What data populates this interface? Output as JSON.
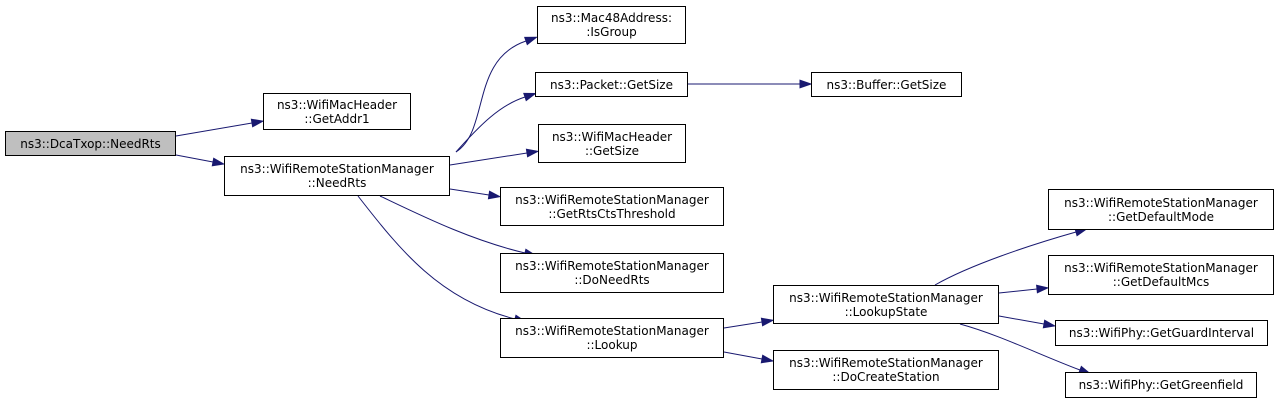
{
  "diagram": {
    "colors": {
      "edge": "#191970",
      "root_fill": "#bfbfbf",
      "node_fill": "#ffffff",
      "border": "#000000"
    },
    "nodes": {
      "dcatxop_needrts": {
        "lines": [
          "ns3::DcaTxop::NeedRts"
        ]
      },
      "wifimacheader_getaddr1": {
        "lines": [
          "ns3::WifiMacHeader",
          "::GetAddr1"
        ]
      },
      "wrsm_needrts": {
        "lines": [
          "ns3::WifiRemoteStationManager",
          "::NeedRts"
        ]
      },
      "mac48address_isgroup": {
        "lines": [
          "ns3::Mac48Address:",
          ":IsGroup"
        ]
      },
      "packet_getsize": {
        "lines": [
          "ns3::Packet::GetSize"
        ]
      },
      "buffer_getsize": {
        "lines": [
          "ns3::Buffer::GetSize"
        ]
      },
      "wifimacheader_getsize": {
        "lines": [
          "ns3::WifiMacHeader",
          "::GetSize"
        ]
      },
      "wrsm_getrtsctsthreshold": {
        "lines": [
          "ns3::WifiRemoteStationManager",
          "::GetRtsCtsThreshold"
        ]
      },
      "wrsm_doneedrts": {
        "lines": [
          "ns3::WifiRemoteStationManager",
          "::DoNeedRts"
        ]
      },
      "wrsm_lookup": {
        "lines": [
          "ns3::WifiRemoteStationManager",
          "::Lookup"
        ]
      },
      "wrsm_lookupstate": {
        "lines": [
          "ns3::WifiRemoteStationManager",
          "::LookupState"
        ]
      },
      "wrsm_docreatestation": {
        "lines": [
          "ns3::WifiRemoteStationManager",
          "::DoCreateStation"
        ]
      },
      "wrsm_getdefaultmode": {
        "lines": [
          "ns3::WifiRemoteStationManager",
          "::GetDefaultMode"
        ]
      },
      "wrsm_getdefaultmcs": {
        "lines": [
          "ns3::WifiRemoteStationManager",
          "::GetDefaultMcs"
        ]
      },
      "wifiphy_getguardinterval": {
        "lines": [
          "ns3::WifiPhy::GetGuardInterval"
        ]
      },
      "wifiphy_getgreenfield": {
        "lines": [
          "ns3::WifiPhy::GetGreenfield"
        ]
      }
    },
    "edges": [
      [
        "dcatxop_needrts",
        "wifimacheader_getaddr1"
      ],
      [
        "dcatxop_needrts",
        "wrsm_needrts"
      ],
      [
        "wrsm_needrts",
        "mac48address_isgroup"
      ],
      [
        "wrsm_needrts",
        "packet_getsize"
      ],
      [
        "packet_getsize",
        "buffer_getsize"
      ],
      [
        "wrsm_needrts",
        "wifimacheader_getsize"
      ],
      [
        "wrsm_needrts",
        "wrsm_getrtsctsthreshold"
      ],
      [
        "wrsm_needrts",
        "wrsm_doneedrts"
      ],
      [
        "wrsm_needrts",
        "wrsm_lookup"
      ],
      [
        "wrsm_lookup",
        "wrsm_lookupstate"
      ],
      [
        "wrsm_lookup",
        "wrsm_docreatestation"
      ],
      [
        "wrsm_lookupstate",
        "wrsm_getdefaultmode"
      ],
      [
        "wrsm_lookupstate",
        "wrsm_getdefaultmcs"
      ],
      [
        "wrsm_lookupstate",
        "wifiphy_getguardinterval"
      ],
      [
        "wrsm_lookupstate",
        "wifiphy_getgreenfield"
      ]
    ]
  }
}
